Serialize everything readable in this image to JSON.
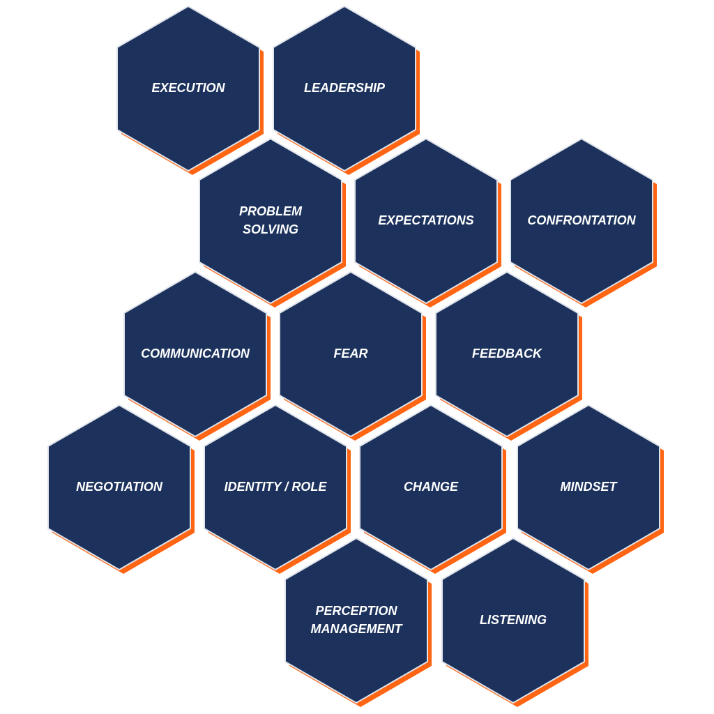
{
  "colors": {
    "hex_fill": "#1c325c",
    "shadow": "#ff6512",
    "border": "#dfe3ea",
    "text": "#ffffff"
  },
  "hexagons": [
    {
      "label": [
        "EXECUTION"
      ]
    },
    {
      "label": [
        "LEADERSHIP"
      ]
    },
    {
      "label": [
        "PROBLEM",
        "SOLVING"
      ]
    },
    {
      "label": [
        "EXPECTATIONS"
      ]
    },
    {
      "label": [
        "CONFRONTATION"
      ]
    },
    {
      "label": [
        "COMMUNICATION"
      ]
    },
    {
      "label": [
        "FEAR"
      ]
    },
    {
      "label": [
        "FEEDBACK"
      ]
    },
    {
      "label": [
        "NEGOTIATION"
      ]
    },
    {
      "label": [
        "IDENTITY / ROLE"
      ]
    },
    {
      "label": [
        "CHANGE"
      ]
    },
    {
      "label": [
        "MINDSET"
      ]
    },
    {
      "label": [
        "PERCEPTION",
        "MANAGEMENT"
      ]
    },
    {
      "label": [
        "LISTENING"
      ]
    }
  ]
}
